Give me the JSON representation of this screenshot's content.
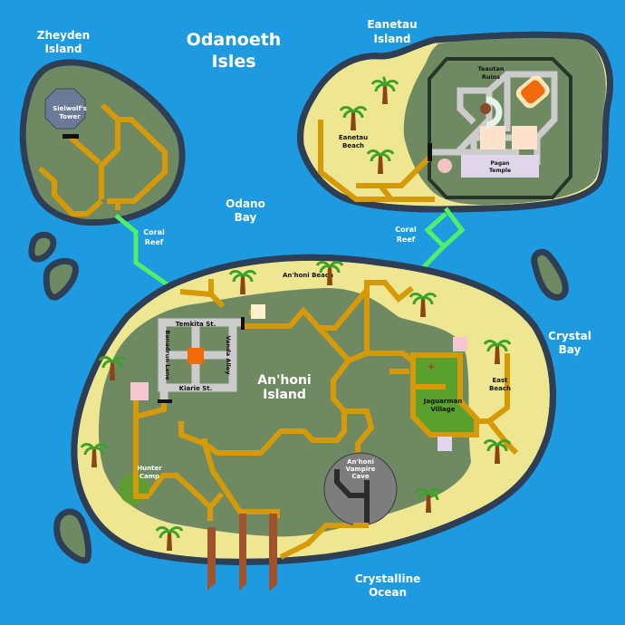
{
  "map": {
    "title_line1": "Odanoeth",
    "title_line2": "Isles",
    "colors": {
      "ocean": "#1e9be0",
      "land": "#6f8a62",
      "beach": "#eee690",
      "coast": "#2d3e55",
      "road": "#d69a08",
      "reef": "#4ef06a",
      "village": "#5aa02c",
      "street": "#cccccc"
    }
  },
  "water_labels": {
    "odano_bay": [
      "Odano",
      "Bay"
    ],
    "crystal_bay": [
      "Crystal",
      "Bay"
    ],
    "crystalline_ocean": [
      "Crystalline",
      "Ocean"
    ]
  },
  "islands": {
    "zheyden": {
      "name": [
        "Zheyden",
        "Island"
      ],
      "landmarks": {
        "tower": [
          "Sielwolf's",
          "Tower"
        ]
      }
    },
    "eanetau": {
      "name": [
        "Eanetau",
        "Island"
      ],
      "landmarks": {
        "beach": [
          "Eanetau",
          "Beach"
        ],
        "ruins": [
          "Teautan",
          "Ruins"
        ],
        "temple": [
          "Pagan",
          "Temple"
        ]
      }
    },
    "anhoni": {
      "name": [
        "An'honi",
        "Island"
      ],
      "landmarks": {
        "beach_north": "An'honi Beach",
        "east_beach": [
          "East",
          "Beach"
        ],
        "village": [
          "Jaguarman",
          "Village"
        ],
        "hunter_camp": [
          "Hunter",
          "Camp"
        ],
        "vampire_cave": [
          "An'honi",
          "Vampire",
          "Cave"
        ]
      },
      "streets": {
        "north": "Temkita St.",
        "south": "Kiarie St.",
        "west": "Banadrun Lane",
        "east": "Vanda Alley"
      }
    }
  },
  "reefs": {
    "west": [
      "Coral",
      "Reef"
    ],
    "east": [
      "Coral",
      "Reef"
    ]
  }
}
